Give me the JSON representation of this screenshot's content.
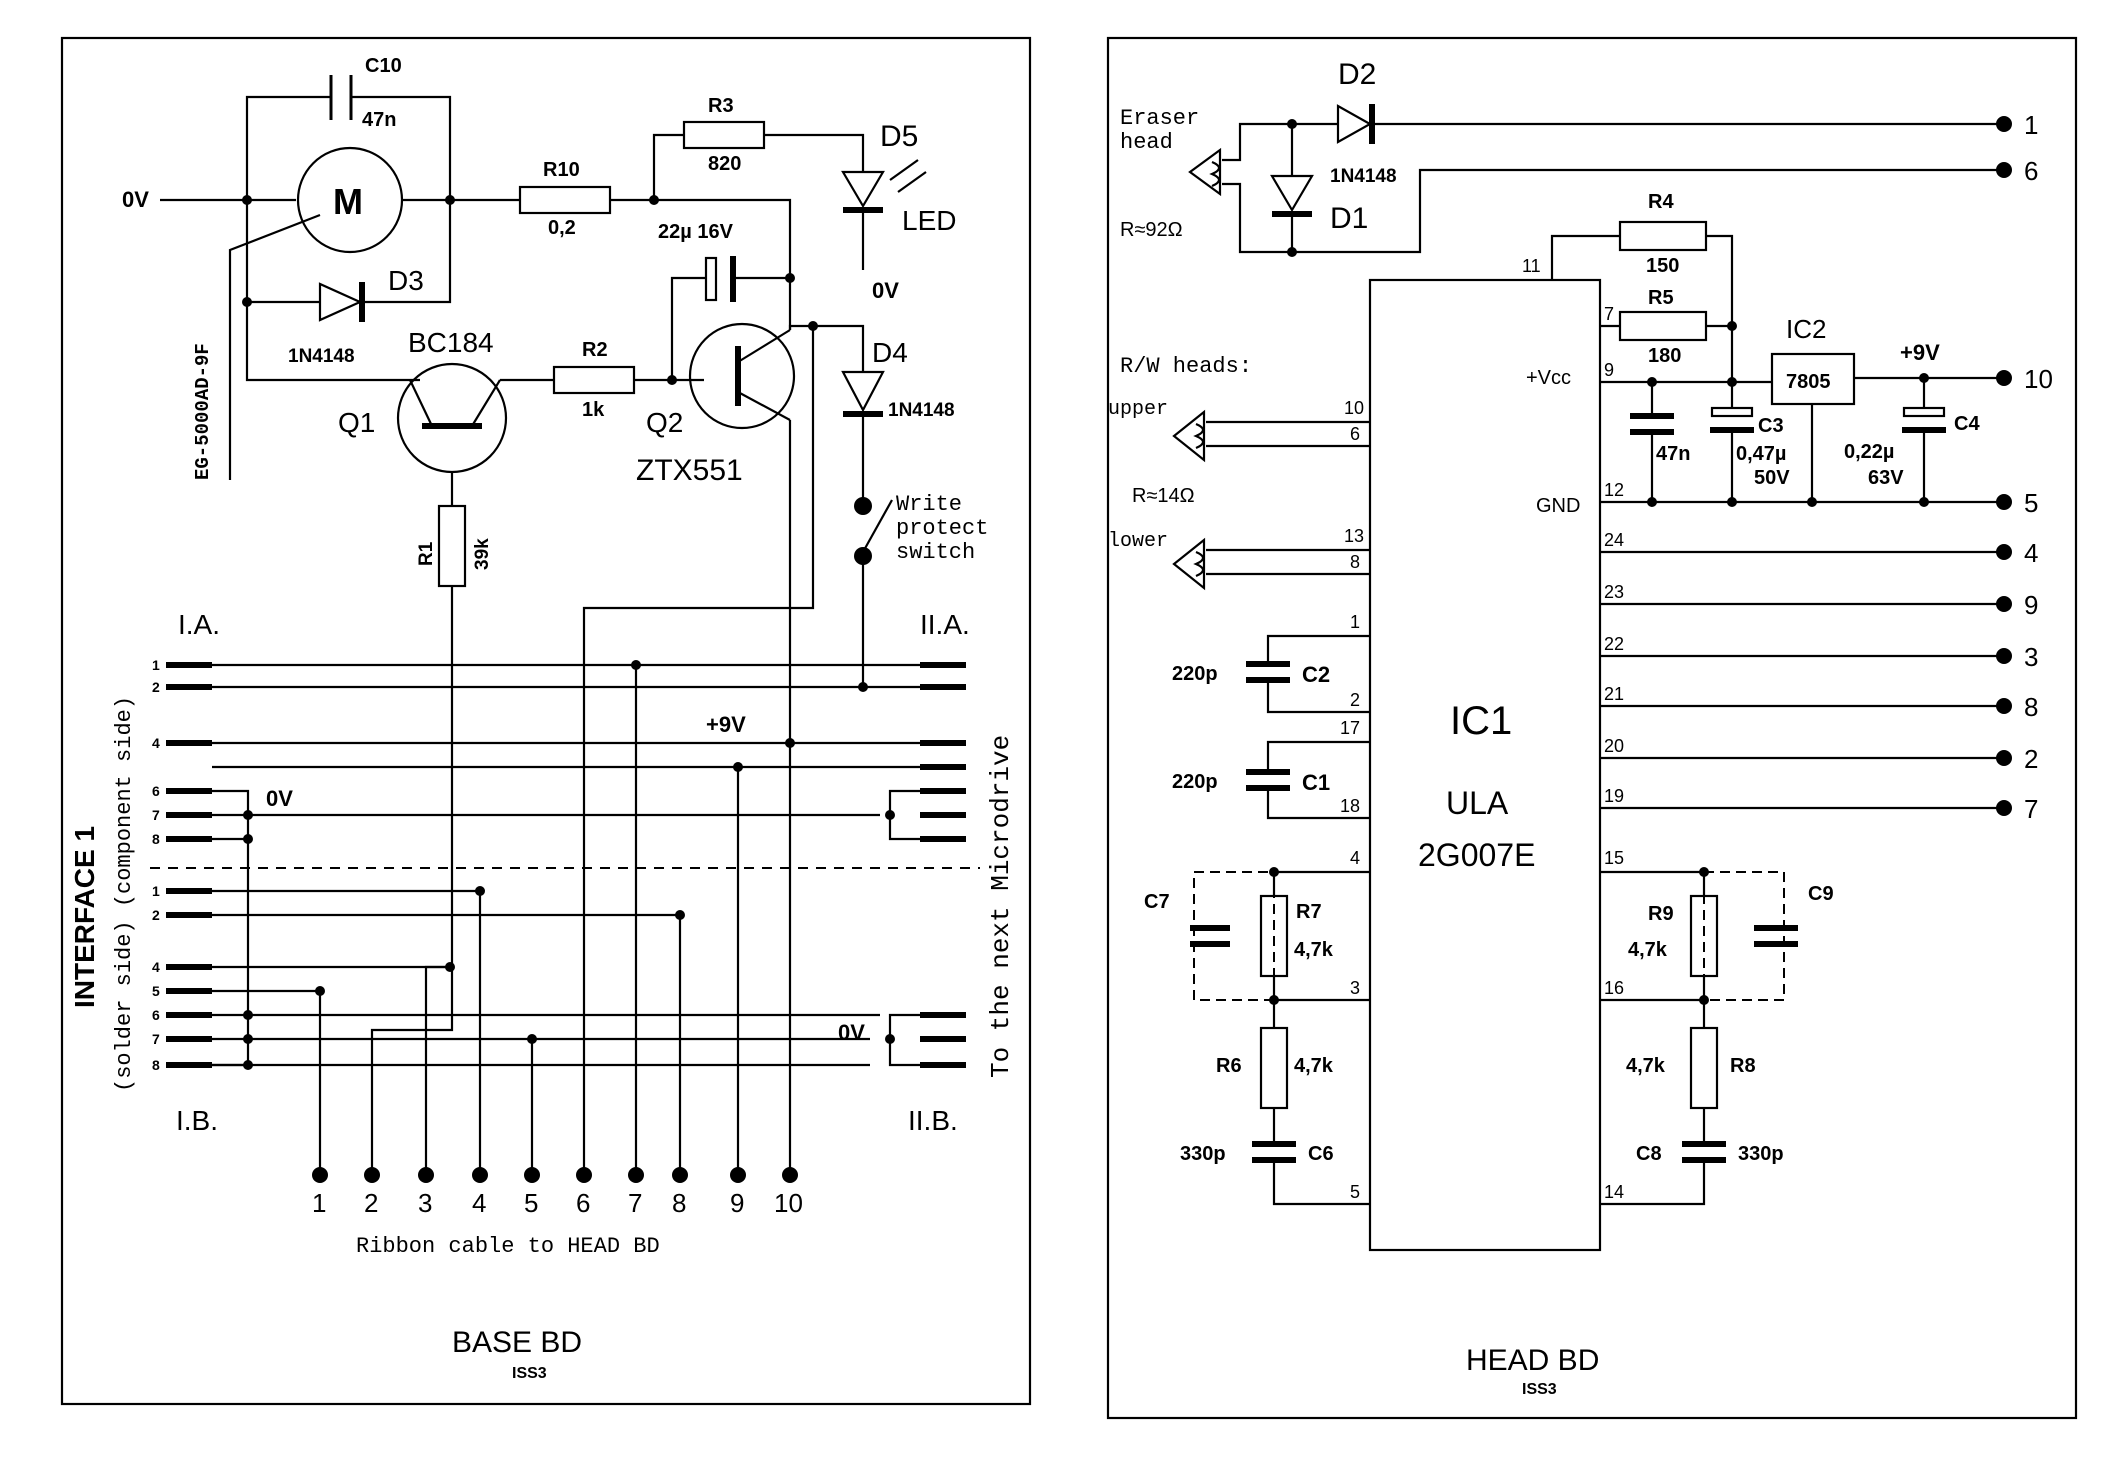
{
  "base": {
    "title": "BASE BD",
    "issue": "ISS3",
    "ribbon_label": "Ribbon cable to HEAD BD",
    "motor_symbol": "M",
    "motor_part": "EG-5000AD-9F",
    "zero_v": "0V",
    "plus_9v": "+9V",
    "next_microdrive": "To the next Microdrive",
    "interface_title": "INTERFACE 1",
    "interface_sub": "(solder side) (component side)",
    "ia": "I.A.",
    "ib": "I.B.",
    "iia": "II.A.",
    "iib": "II.B.",
    "write_protect": [
      "Write",
      "protect",
      "switch"
    ],
    "components": {
      "c10": "C10",
      "c10_val": "47n",
      "r3": "R3",
      "r3_val": "820",
      "r10": "R10",
      "r10_val": "0,2",
      "d5": "D5",
      "led": "LED",
      "cap22": "22µ 16V",
      "d3": "D3",
      "d3_val": "1N4148",
      "q1_type": "BC184",
      "q1": "Q1",
      "r2": "R2",
      "r2_val": "1k",
      "q2": "Q2",
      "q2_type": "ZTX551",
      "d4": "D4",
      "d4_val": "1N4148",
      "r1": "R1",
      "r1_val": "39k"
    },
    "connector_pins": {
      "ia": [
        "1",
        "2",
        "4",
        "6",
        "7",
        "8"
      ],
      "ib": [
        "1",
        "2",
        "4",
        "5",
        "6",
        "7",
        "8"
      ]
    },
    "terminals": [
      "1",
      "2",
      "3",
      "4",
      "5",
      "6",
      "7",
      "8",
      "9",
      "10"
    ]
  },
  "head": {
    "title": "HEAD BD",
    "issue": "ISS3",
    "eraser_label": [
      "Eraser",
      "head"
    ],
    "eraser_r": "R≈92Ω",
    "rw_heads": "R/W heads:",
    "upper": "upper",
    "lower": "lower",
    "rw_r": "R≈14Ω",
    "vcc": "+Vcc",
    "gnd": "GND",
    "plus_9v": "+9V",
    "ic1": "IC1",
    "ic1_type": "ULA",
    "ic1_part": "2G007E",
    "ic2": "IC2",
    "ic2_part": "7805",
    "components": {
      "d2": "D2",
      "d2_val": "1N4148",
      "d1": "D1",
      "r4": "R4",
      "r4_val": "150",
      "r5": "R5",
      "r5_val": "180",
      "c3": "C3",
      "c3_val": "0,47µ",
      "c3_v": "50V",
      "c5_val": "47n",
      "c4": "C4",
      "c4_val": "0,22µ",
      "c4_v": "63V",
      "c2": "C2",
      "c2_val": "220p",
      "c1": "C1",
      "c1_val": "220p",
      "c7": "C7",
      "r7": "R7",
      "r7_val": "4,7k",
      "r6": "R6",
      "r6_val": "4,7k",
      "c6": "C6",
      "c6_val": "330p",
      "r9": "R9",
      "r9_val": "4,7k",
      "c9": "C9",
      "r8": "R8",
      "r8_val": "4,7k",
      "c8": "C8",
      "c8_val": "330p"
    },
    "ic_pins_left": [
      "11",
      "7",
      "9",
      "10",
      "6",
      "12",
      "13",
      "8",
      "1",
      "2",
      "17",
      "18",
      "4",
      "3",
      "5"
    ],
    "ic_pins_right": [
      "24",
      "23",
      "22",
      "21",
      "20",
      "19",
      "15",
      "16",
      "14"
    ],
    "terminals": [
      "1",
      "6",
      "10",
      "5",
      "4",
      "9",
      "3",
      "8",
      "2",
      "7"
    ]
  }
}
